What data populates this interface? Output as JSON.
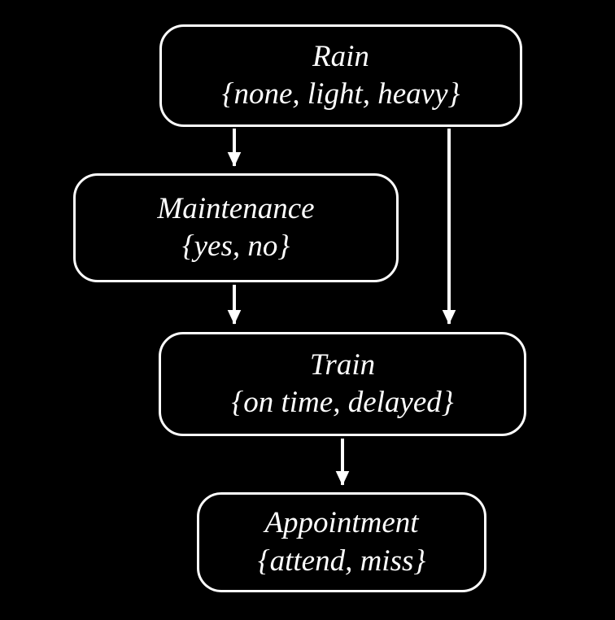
{
  "diagram": {
    "type": "bayesian-network",
    "background_color": "#000000",
    "node_border_color": "#ffffff",
    "text_color": "#ffffff",
    "edge_color": "#ffffff",
    "nodes": [
      {
        "id": "rain",
        "label": "Rain",
        "domain": "{none, light, heavy}"
      },
      {
        "id": "maintenance",
        "label": "Maintenance",
        "domain": "{yes, no}"
      },
      {
        "id": "train",
        "label": "Train",
        "domain": "{on time, delayed}"
      },
      {
        "id": "appointment",
        "label": "Appointment",
        "domain": "{attend, miss}"
      }
    ],
    "edges": [
      {
        "from": "rain",
        "to": "maintenance"
      },
      {
        "from": "rain",
        "to": "train"
      },
      {
        "from": "maintenance",
        "to": "train"
      },
      {
        "from": "train",
        "to": "appointment"
      }
    ]
  }
}
